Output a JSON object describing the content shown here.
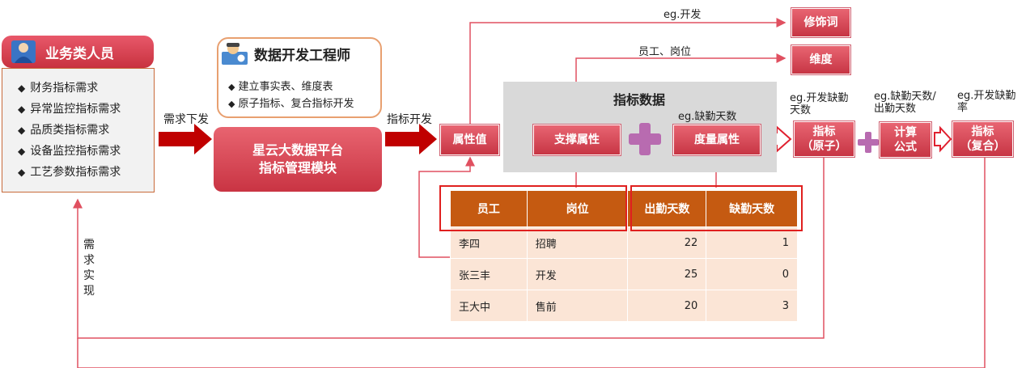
{
  "roles": {
    "business": {
      "title": "业务类人员",
      "items": [
        "财务指标需求",
        "异常监控指标需求",
        "品质类指标需求",
        "设备监控指标需求",
        "工艺参数指标需求"
      ]
    },
    "engineer": {
      "title": "数据开发工程师",
      "items": [
        "建立事实表、维度表",
        "原子指标、复合指标开发"
      ]
    }
  },
  "arrows": {
    "demand_down": "需求下发",
    "metric_dev": "指标开发",
    "demand_realize": "需\n求\n实\n现"
  },
  "platform": {
    "line1": "星云大数据平台",
    "line2": "指标管理模块"
  },
  "metric_panel": {
    "title": "指标数据",
    "attribute_value": "属性值",
    "support_attr": "支撑属性",
    "measure_attr": "度量属性",
    "measure_eg": "eg.缺勤天数"
  },
  "outputs": {
    "modifier": "修饰词",
    "modifier_eg": "eg.开发",
    "dimension": "维度",
    "dimension_eg": "员工、岗位",
    "atomic": "指标\n（原子）",
    "atomic_eg": "eg.开发缺勤\n天数",
    "formula": "计算\n公式",
    "formula_eg": "eg.缺勤天数/\n出勤天数",
    "composite": "指标\n（复合）",
    "composite_eg": "eg.开发缺勤\n率"
  },
  "table": {
    "headers": [
      "员工",
      "岗位",
      "出勤天数",
      "缺勤天数"
    ],
    "rows": [
      [
        "李四",
        "招聘",
        "22",
        "1"
      ],
      [
        "张三丰",
        "开发",
        "25",
        "0"
      ],
      [
        "王大中",
        "售前",
        "20",
        "3"
      ]
    ]
  },
  "colors": {
    "accent_red": "#c8323f",
    "table_header": "#c55a11",
    "table_cell": "#fbe5d6",
    "plus_purple": "#b86bb0",
    "frame_red": "#e0201f"
  }
}
